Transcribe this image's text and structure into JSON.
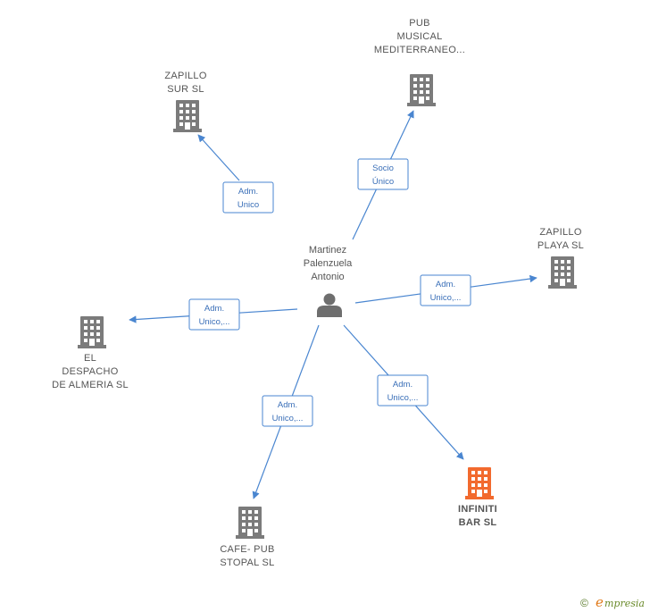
{
  "center": {
    "label_lines": [
      "Martinez",
      "Palenzuela",
      "Antonio"
    ],
    "icon": "person-icon"
  },
  "colors": {
    "edge": "#4a86d0",
    "company": "#7b7b7b",
    "highlight": "#f26a2e"
  },
  "nodes": [
    {
      "id": "zapillo-sur",
      "label_lines": [
        "ZAPILLO",
        "SUR SL"
      ],
      "highlight": false,
      "icon": "building-icon"
    },
    {
      "id": "pub-musical",
      "label_lines": [
        "PUB",
        "MUSICAL",
        "MEDITERRANEO..."
      ],
      "highlight": false,
      "icon": "building-icon"
    },
    {
      "id": "zapillo-playa",
      "label_lines": [
        "ZAPILLO",
        "PLAYA  SL"
      ],
      "highlight": false,
      "icon": "building-icon"
    },
    {
      "id": "el-despacho",
      "label_lines": [
        "EL",
        "DESPACHO",
        "DE ALMERIA SL"
      ],
      "highlight": false,
      "icon": "building-icon"
    },
    {
      "id": "cafe-pub",
      "label_lines": [
        "CAFE- PUB",
        "STOPAL  SL"
      ],
      "highlight": false,
      "icon": "building-icon"
    },
    {
      "id": "infiniti-bar",
      "label_lines": [
        "INFINITI",
        "BAR  SL"
      ],
      "highlight": true,
      "icon": "building-icon"
    }
  ],
  "edges": [
    {
      "to": "zapillo-sur",
      "label_lines": [
        "Adm.",
        "Unico"
      ]
    },
    {
      "to": "pub-musical",
      "label_lines": [
        "Socio",
        "Único"
      ]
    },
    {
      "to": "zapillo-playa",
      "label_lines": [
        "Adm.",
        "Unico,..."
      ]
    },
    {
      "to": "el-despacho",
      "label_lines": [
        "Adm.",
        "Unico,..."
      ]
    },
    {
      "to": "cafe-pub",
      "label_lines": [
        "Adm.",
        "Unico,..."
      ]
    },
    {
      "to": "infiniti-bar",
      "label_lines": [
        "Adm.",
        "Unico,..."
      ]
    }
  ],
  "brand": {
    "copyright": "©",
    "name": "mpresia",
    "initial": "e"
  }
}
